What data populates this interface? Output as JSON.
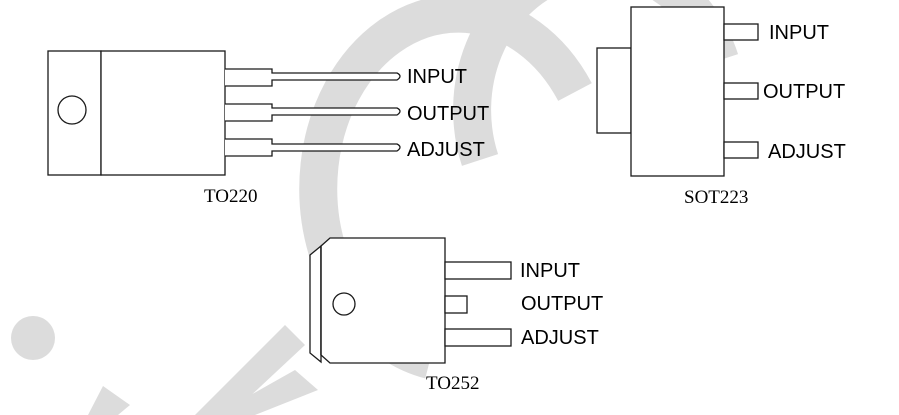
{
  "diagram": {
    "title": "Regulator package pinouts",
    "packages": [
      {
        "id": "to220",
        "name": "TO220",
        "pins": [
          "INPUT",
          "OUTPUT",
          "ADJUST"
        ]
      },
      {
        "id": "sot223",
        "name": "SOT223",
        "pins": [
          "INPUT",
          "OUTPUT",
          "ADJUST"
        ]
      },
      {
        "id": "to252",
        "name": "TO252",
        "pins": [
          "INPUT",
          "OUTPUT",
          "ADJUST"
        ]
      }
    ],
    "colors": {
      "line": "#1a1a1a",
      "watermark": "#dcdcdc",
      "background": "#ffffff"
    }
  }
}
